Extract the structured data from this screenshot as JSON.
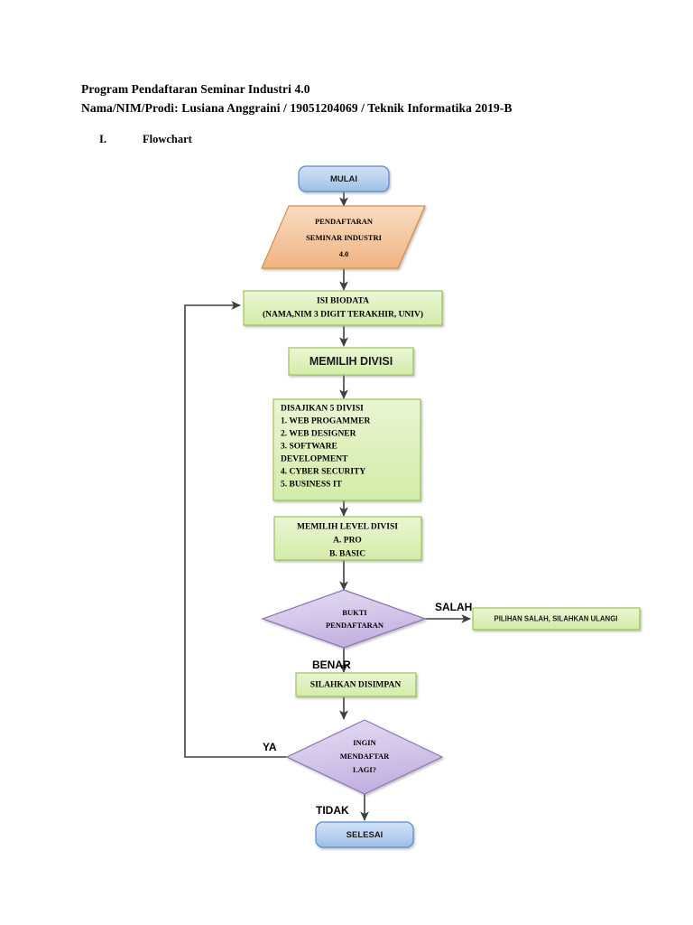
{
  "document": {
    "title_line1": "Program Pendaftaran Seminar Industri 4.0",
    "title_line2": "Nama/NIM/Prodi: Lusiana Anggraini / 19051204069 / Teknik Informatika 2019-B",
    "section_number": "I.",
    "section_label": "Flowchart"
  },
  "colors": {
    "terminator_fill_top": "#c5d9f1",
    "terminator_fill_bottom": "#9cbce4",
    "terminator_stroke": "#5b8bc9",
    "io_fill_top": "#f8d3b0",
    "io_fill_bottom": "#f0b27f",
    "io_stroke": "#d98c4a",
    "process_fill_top": "#e8f5cd",
    "process_fill_bottom": "#d5eeae",
    "process_stroke": "#9dc456",
    "decision_fill_top": "#ded3ee",
    "decision_fill_bottom": "#c9b8e4",
    "decision_stroke": "#8d77b5",
    "connector": "#3f3f3f",
    "text": "#000000"
  },
  "flowchart": {
    "nodes": {
      "start": {
        "id": "start",
        "shape": "terminator",
        "label": "MULAI",
        "font": "sans"
      },
      "input_registration": {
        "id": "input_registration",
        "shape": "parallelogram",
        "lines": [
          "PENDAFTARAN",
          "SEMINAR INDUSTRI",
          "4.0"
        ],
        "font": "serif"
      },
      "fill_biodata": {
        "id": "fill_biodata",
        "shape": "process",
        "lines": [
          "ISI BIODATA",
          "(NAMA,NIM 3 DIGIT TERAKHIR, UNIV)"
        ],
        "font": "serif"
      },
      "choose_division": {
        "id": "choose_division",
        "shape": "process",
        "lines": [
          "MEMILIH DIVISI"
        ],
        "font": "sans"
      },
      "division_list": {
        "id": "division_list",
        "shape": "process",
        "lines": [
          "DISAJIKAN 5 DIVISI",
          "1. WEB PROGAMMER",
          "2. WEB DESIGNER",
          "3. SOFTWARE",
          "DEVELOPMENT",
          "4. CYBER SECURITY",
          "5. BUSINESS  IT"
        ],
        "font": "serif",
        "align": "left"
      },
      "choose_level": {
        "id": "choose_level",
        "shape": "process",
        "lines": [
          "MEMILIH LEVEL DIVISI",
          "A. PRO",
          "B. BASIC"
        ],
        "font": "serif"
      },
      "proof_decision": {
        "id": "proof_decision",
        "shape": "decision",
        "lines": [
          "BUKTI",
          "PENDAFTARAN"
        ],
        "font": "serif"
      },
      "wrong_choice": {
        "id": "wrong_choice",
        "shape": "process",
        "lines": [
          "PILIHAN SALAH, SILAHKAN ULANGI"
        ],
        "font": "sans"
      },
      "save_it": {
        "id": "save_it",
        "shape": "process",
        "lines": [
          "SILAHKAN DISIMPAN"
        ],
        "font": "serif"
      },
      "register_again": {
        "id": "register_again",
        "shape": "decision",
        "lines": [
          "INGIN",
          "MENDAFTAR",
          "LAGI?"
        ],
        "font": "serif"
      },
      "end": {
        "id": "end",
        "shape": "terminator",
        "label": "SELESAI",
        "font": "sans"
      }
    },
    "edge_labels": {
      "wrong": "SALAH",
      "correct": "BENAR",
      "yes": "YA",
      "no": "TIDAK"
    }
  }
}
